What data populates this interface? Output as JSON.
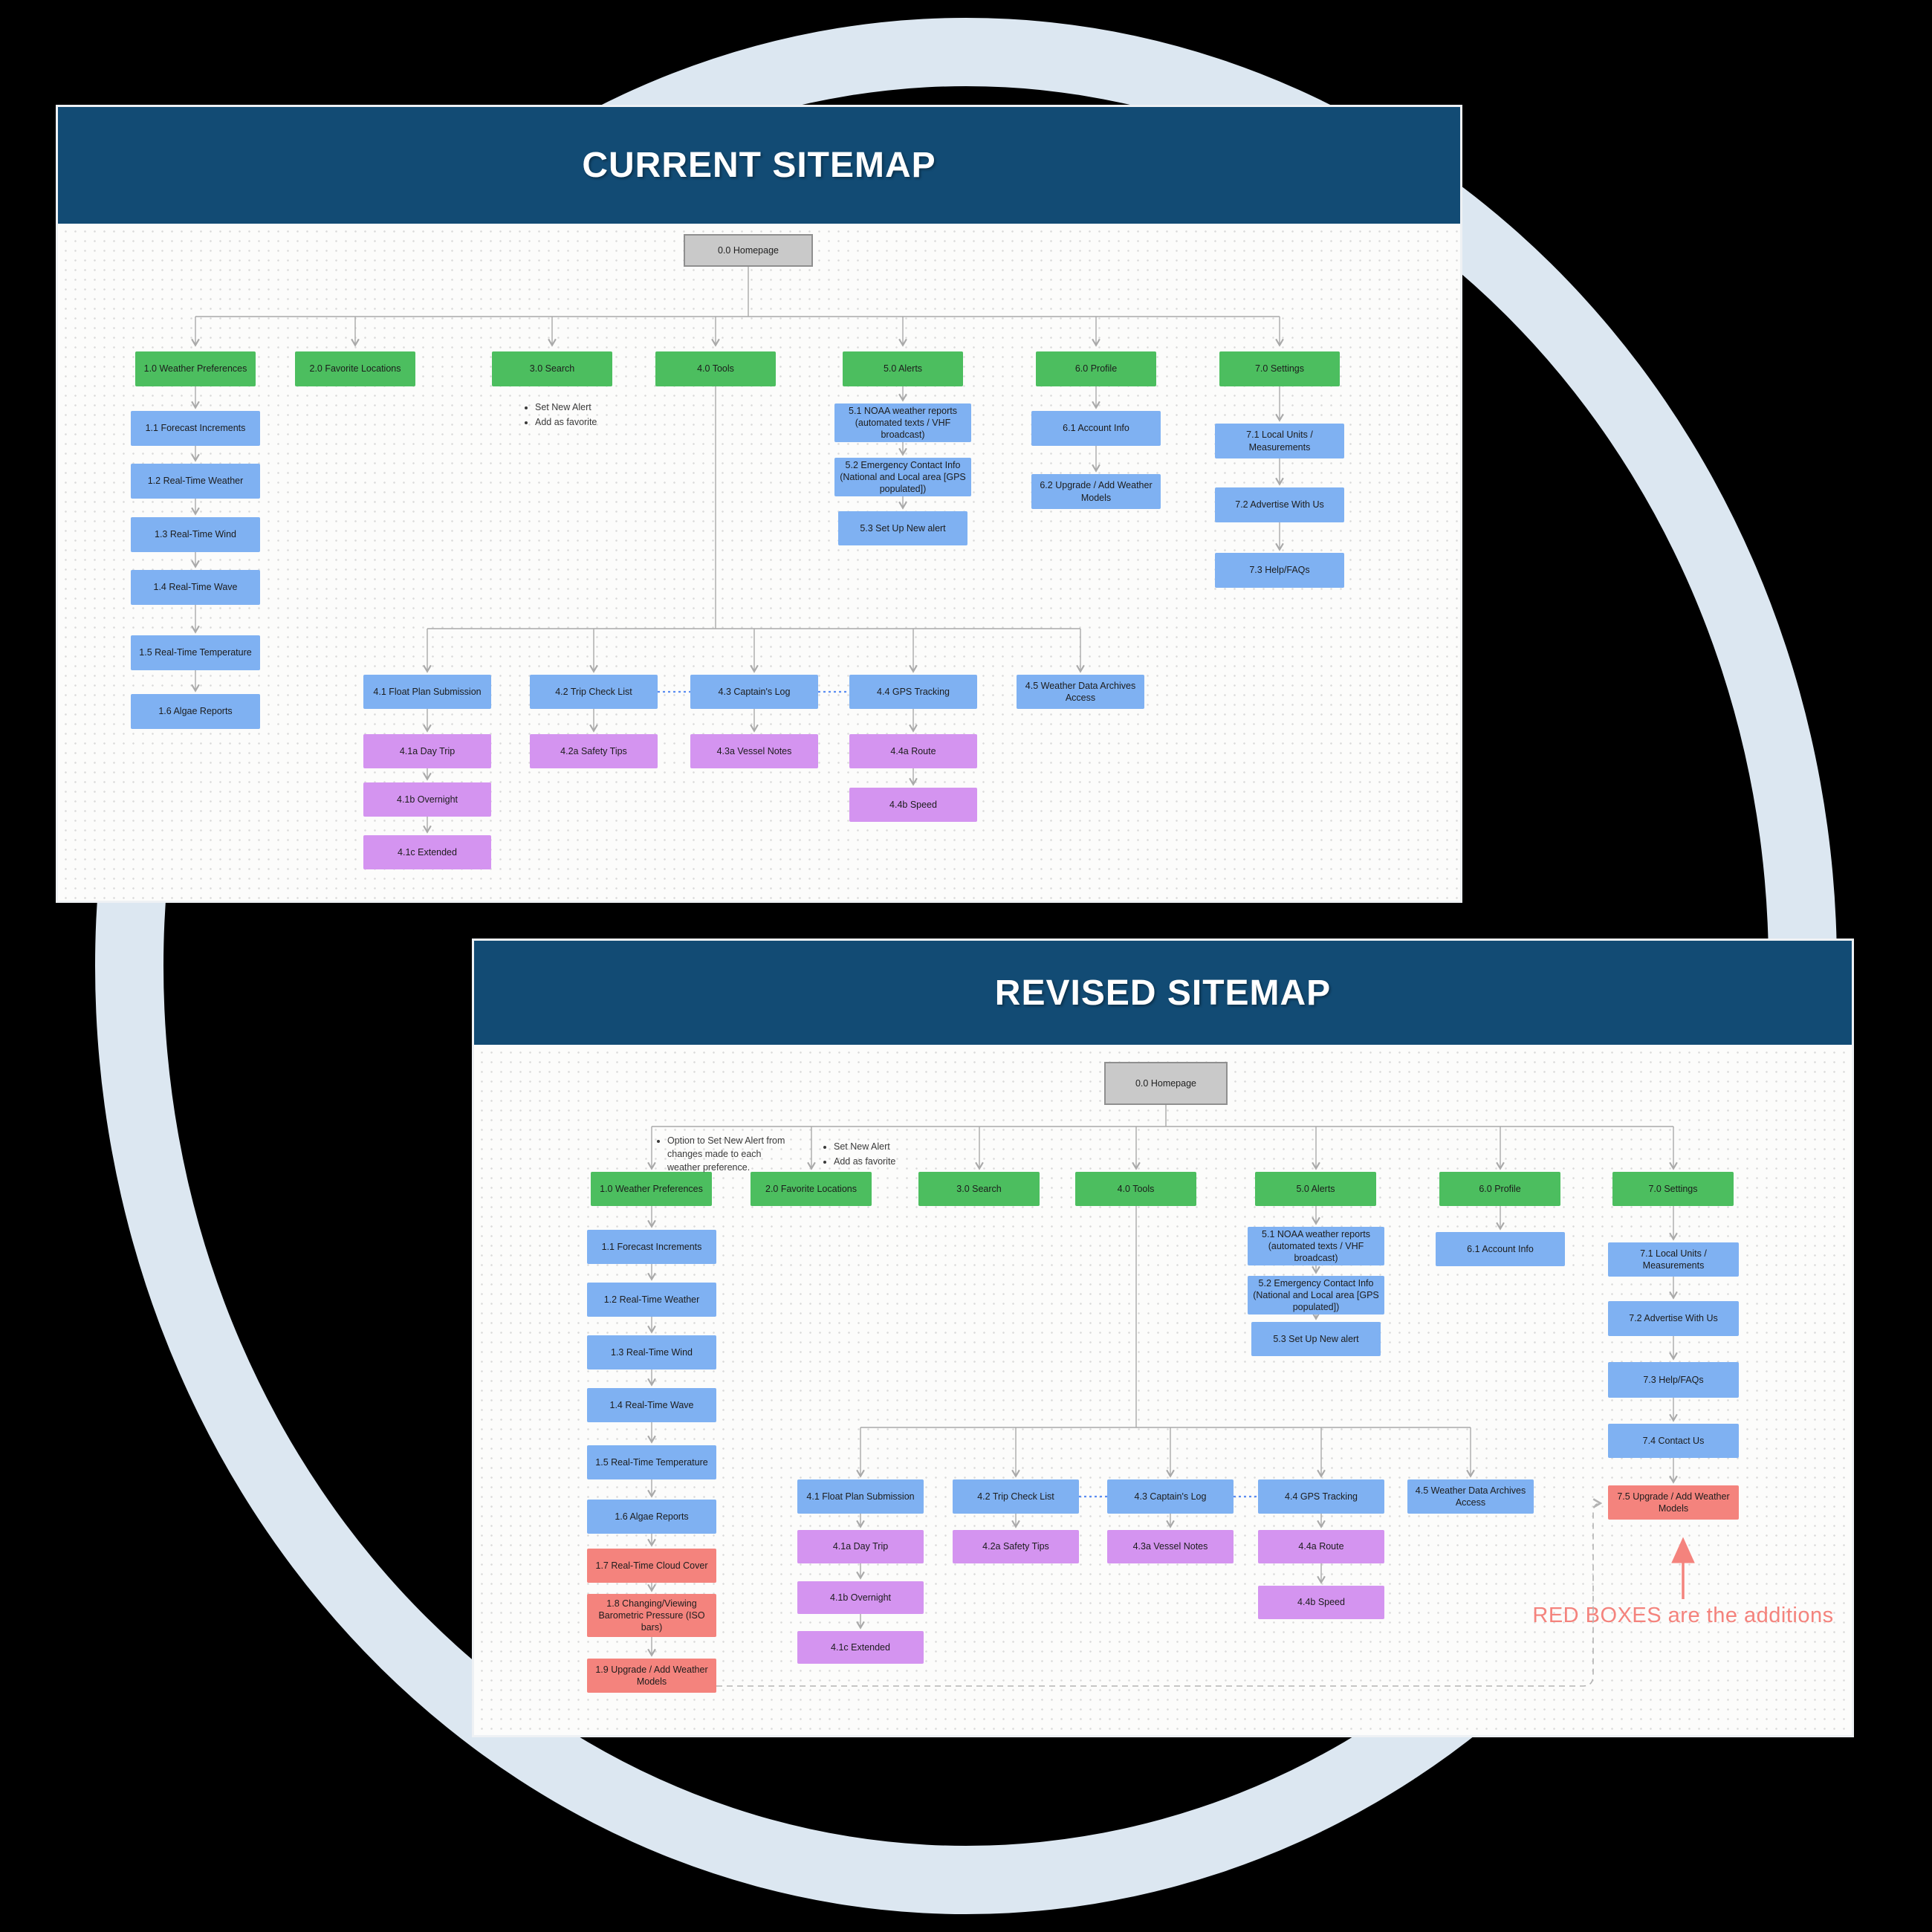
{
  "panels": [
    {
      "title": "CURRENT SITEMAP",
      "nodes": [
        {
          "id": "0.0",
          "label": "0.0 Homepage",
          "type": "root"
        },
        {
          "id": "1.0",
          "label": "1.0 Weather Preferences",
          "type": "section"
        },
        {
          "id": "2.0",
          "label": "2.0 Favorite Locations",
          "type": "section"
        },
        {
          "id": "3.0",
          "label": "3.0 Search",
          "type": "section"
        },
        {
          "id": "4.0",
          "label": "4.0 Tools",
          "type": "section"
        },
        {
          "id": "5.0",
          "label": "5.0 Alerts",
          "type": "section"
        },
        {
          "id": "6.0",
          "label": "6.0 Profile",
          "type": "section"
        },
        {
          "id": "7.0",
          "label": "7.0 Settings",
          "type": "section"
        },
        {
          "id": "1.1",
          "label": "1.1 Forecast Increments",
          "type": "page"
        },
        {
          "id": "1.2",
          "label": "1.2 Real-Time Weather",
          "type": "page"
        },
        {
          "id": "1.3",
          "label": "1.3 Real-Time Wind",
          "type": "page"
        },
        {
          "id": "1.4",
          "label": "1.4 Real-Time Wave",
          "type": "page"
        },
        {
          "id": "1.5",
          "label": "1.5 Real-Time Temperature",
          "type": "page"
        },
        {
          "id": "1.6",
          "label": "1.6 Algae Reports",
          "type": "page"
        },
        {
          "id": "5.1",
          "label": "5.1 NOAA weather reports (automated texts / VHF broadcast)",
          "type": "page"
        },
        {
          "id": "5.2",
          "label": "5.2 Emergency Contact Info (National and Local area [GPS populated])",
          "type": "page"
        },
        {
          "id": "5.3",
          "label": "5.3 Set Up New alert",
          "type": "page"
        },
        {
          "id": "6.1",
          "label": "6.1 Account Info",
          "type": "page"
        },
        {
          "id": "6.2",
          "label": "6.2 Upgrade / Add Weather Models",
          "type": "page"
        },
        {
          "id": "7.1",
          "label": "7.1 Local Units / Measurements",
          "type": "page"
        },
        {
          "id": "7.2",
          "label": "7.2 Advertise With Us",
          "type": "page"
        },
        {
          "id": "7.3",
          "label": "7.3 Help/FAQs",
          "type": "page"
        },
        {
          "id": "4.1",
          "label": "4.1 Float Plan Submission",
          "type": "page"
        },
        {
          "id": "4.2",
          "label": "4.2 Trip Check List",
          "type": "page"
        },
        {
          "id": "4.3",
          "label": "4.3 Captain's Log",
          "type": "page"
        },
        {
          "id": "4.4",
          "label": "4.4 GPS Tracking",
          "type": "page"
        },
        {
          "id": "4.5",
          "label": "4.5 Weather Data Archives Access",
          "type": "page"
        },
        {
          "id": "4.1a",
          "label": "4.1a Day Trip",
          "type": "subpage"
        },
        {
          "id": "4.1b",
          "label": "4.1b Overnight",
          "type": "subpage"
        },
        {
          "id": "4.1c",
          "label": "4.1c Extended",
          "type": "subpage"
        },
        {
          "id": "4.2a",
          "label": "4.2a Safety Tips",
          "type": "subpage"
        },
        {
          "id": "4.3a",
          "label": "4.3a Vessel Notes",
          "type": "subpage"
        },
        {
          "id": "4.4a",
          "label": "4.4a Route",
          "type": "subpage"
        },
        {
          "id": "4.4b",
          "label": "4.4b Speed",
          "type": "subpage"
        }
      ],
      "notes": [
        {
          "bullets": [
            "Set New Alert",
            "Add as favorite"
          ]
        }
      ]
    },
    {
      "title": "REVISED SITEMAP",
      "nodes": [
        {
          "id": "0.0",
          "label": "0.0 Homepage",
          "type": "root"
        },
        {
          "id": "1.0",
          "label": "1.0 Weather Preferences",
          "type": "section"
        },
        {
          "id": "2.0",
          "label": "2.0 Favorite Locations",
          "type": "section"
        },
        {
          "id": "3.0",
          "label": "3.0 Search",
          "type": "section"
        },
        {
          "id": "4.0",
          "label": "4.0 Tools",
          "type": "section"
        },
        {
          "id": "5.0",
          "label": "5.0 Alerts",
          "type": "section"
        },
        {
          "id": "6.0",
          "label": "6.0 Profile",
          "type": "section"
        },
        {
          "id": "7.0",
          "label": "7.0 Settings",
          "type": "section"
        },
        {
          "id": "1.1",
          "label": "1.1 Forecast Increments",
          "type": "page"
        },
        {
          "id": "1.2",
          "label": "1.2 Real-Time Weather",
          "type": "page"
        },
        {
          "id": "1.3",
          "label": "1.3 Real-Time Wind",
          "type": "page"
        },
        {
          "id": "1.4",
          "label": "1.4 Real-Time Wave",
          "type": "page"
        },
        {
          "id": "1.5",
          "label": "1.5 Real-Time Temperature",
          "type": "page"
        },
        {
          "id": "1.6",
          "label": "1.6 Algae Reports",
          "type": "page"
        },
        {
          "id": "1.7",
          "label": "1.7 Real-Time Cloud Cover",
          "type": "addition"
        },
        {
          "id": "1.8",
          "label": "1.8 Changing/Viewing Barometric Pressure (ISO bars)",
          "type": "addition"
        },
        {
          "id": "1.9",
          "label": "1.9 Upgrade / Add Weather Models",
          "type": "addition"
        },
        {
          "id": "5.1",
          "label": "5.1 NOAA weather reports (automated texts / VHF broadcast)",
          "type": "page"
        },
        {
          "id": "5.2",
          "label": "5.2 Emergency Contact Info (National and Local area [GPS populated])",
          "type": "page"
        },
        {
          "id": "5.3",
          "label": "5.3 Set Up New alert",
          "type": "page"
        },
        {
          "id": "6.1",
          "label": "6.1 Account Info",
          "type": "page"
        },
        {
          "id": "7.1",
          "label": "7.1 Local Units / Measurements",
          "type": "page"
        },
        {
          "id": "7.2",
          "label": "7.2 Advertise With Us",
          "type": "page"
        },
        {
          "id": "7.3",
          "label": "7.3 Help/FAQs",
          "type": "page"
        },
        {
          "id": "7.4",
          "label": "7.4 Contact Us",
          "type": "page"
        },
        {
          "id": "7.5",
          "label": "7.5 Upgrade / Add Weather Models",
          "type": "addition"
        },
        {
          "id": "4.1",
          "label": "4.1 Float Plan Submission",
          "type": "page"
        },
        {
          "id": "4.2",
          "label": "4.2 Trip Check List",
          "type": "page"
        },
        {
          "id": "4.3",
          "label": "4.3 Captain's Log",
          "type": "page"
        },
        {
          "id": "4.4",
          "label": "4.4 GPS Tracking",
          "type": "page"
        },
        {
          "id": "4.5",
          "label": "4.5 Weather Data Archives Access",
          "type": "page"
        },
        {
          "id": "4.1a",
          "label": "4.1a Day Trip",
          "type": "subpage"
        },
        {
          "id": "4.1b",
          "label": "4.1b Overnight",
          "type": "subpage"
        },
        {
          "id": "4.1c",
          "label": "4.1c Extended",
          "type": "subpage"
        },
        {
          "id": "4.2a",
          "label": "4.2a Safety Tips",
          "type": "subpage"
        },
        {
          "id": "4.3a",
          "label": "4.3a Vessel Notes",
          "type": "subpage"
        },
        {
          "id": "4.4a",
          "label": "4.4a Route",
          "type": "subpage"
        },
        {
          "id": "4.4b",
          "label": "4.4b Speed",
          "type": "subpage"
        }
      ],
      "notes": [
        {
          "bullets": [
            "Option to Set New Alert from changes made to each weather preference."
          ]
        },
        {
          "bullets": [
            "Set New Alert",
            "Add as favorite"
          ]
        }
      ],
      "annotation": {
        "label": "RED BOXES are the additions"
      }
    }
  ],
  "colors": {
    "background": "#000000",
    "ring": "#dce7f1",
    "header_navy": "#124b74",
    "section_green": "#4cbe5f",
    "page_blue": "#7fb1f2",
    "subpage_purple": "#d494f0",
    "addition_red": "#f4837d",
    "root_gray": "#c9c9c9",
    "connector_gray": "#a9a9a9",
    "dashed_link_blue": "#5b8df2"
  }
}
